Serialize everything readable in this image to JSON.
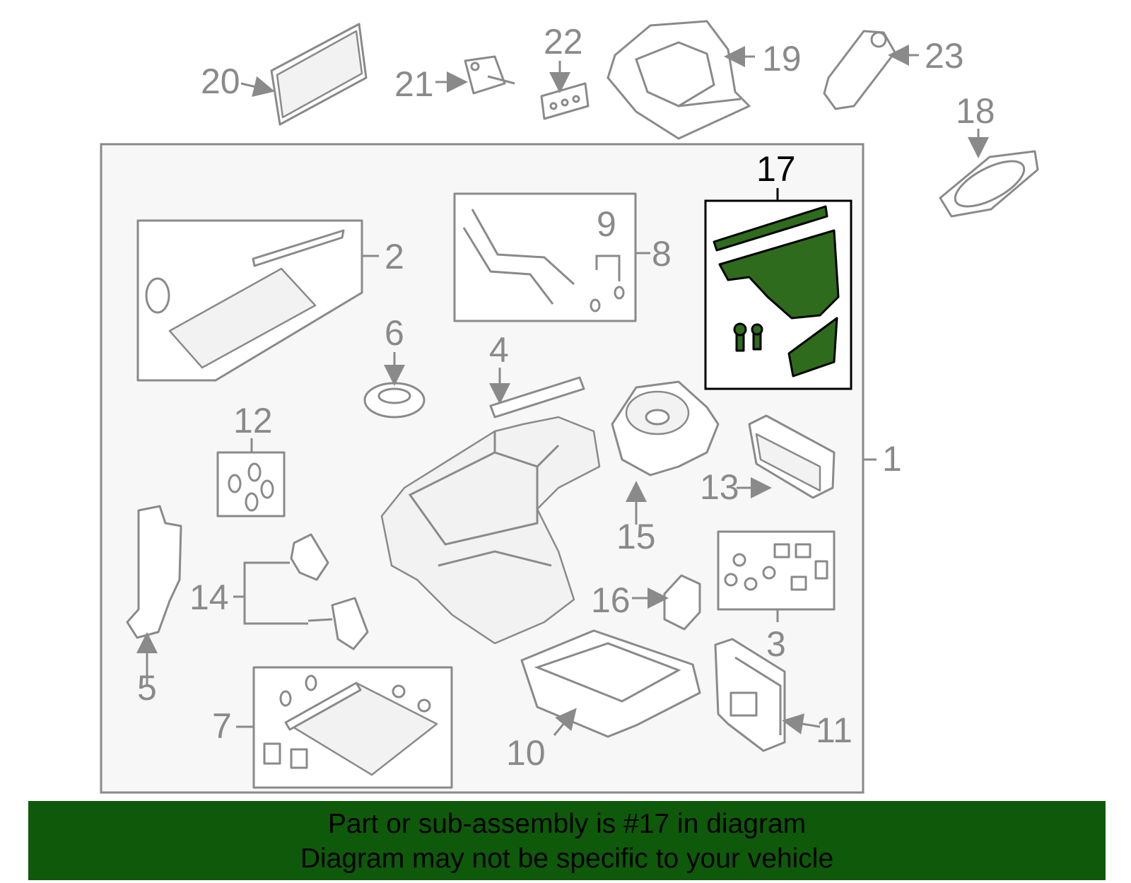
{
  "diagram": {
    "highlighted_part": "17",
    "highlight_color": "#2e6b1c",
    "banner_color": "#0e5a0a",
    "callouts": [
      "1",
      "2",
      "3",
      "4",
      "5",
      "6",
      "7",
      "8",
      "9",
      "10",
      "11",
      "12",
      "13",
      "14",
      "15",
      "16",
      "17",
      "18",
      "19",
      "20",
      "21",
      "22",
      "23"
    ]
  },
  "banner": {
    "line1": "Part or sub-assembly is #17 in diagram",
    "line2": "Diagram may not be specific to your vehicle"
  }
}
